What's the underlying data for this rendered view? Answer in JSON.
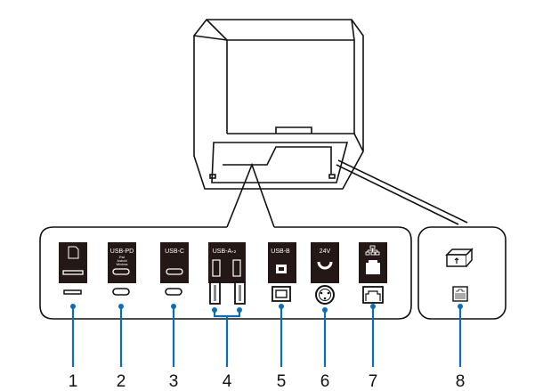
{
  "ports": [
    {
      "number": "1",
      "label": "",
      "icon": "microsd-slot-icon"
    },
    {
      "number": "2",
      "label": "USB-PD",
      "sublabel": [
        "iPad",
        "Android",
        "Windows"
      ],
      "icon": "usb-c-icon"
    },
    {
      "number": "3",
      "label": "USB-C",
      "icon": "usb-c-icon"
    },
    {
      "number": "4",
      "label": "USB-A",
      "label_suffix": "×2",
      "icon": "usb-a-icon"
    },
    {
      "number": "5",
      "label": "USB-B",
      "icon": "usb-b-icon"
    },
    {
      "number": "6",
      "label": "24V",
      "icon": "power-connector-icon"
    },
    {
      "number": "7",
      "label": "",
      "icon": "ethernet-icon"
    },
    {
      "number": "8",
      "label": "",
      "icon": "cash-drawer-icon"
    }
  ],
  "colors": {
    "leader": "#0a6eb4",
    "card": "#231815"
  }
}
